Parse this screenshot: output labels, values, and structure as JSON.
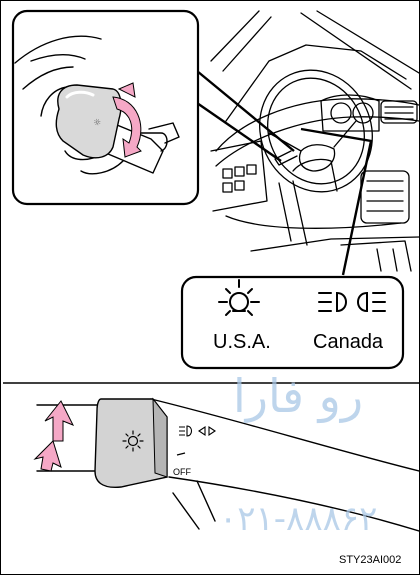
{
  "labels": {
    "usa": "U.S.A.",
    "canada": "Canada",
    "image_code": "STY23AI002"
  },
  "switch_markings": {
    "off": "OFF"
  },
  "watermark": {
    "persian_text": "رو فارا",
    "phone_digits": "۰۲۱-۸۸۸۶۲"
  },
  "icons": {
    "us": "headlight-sun-symbol-icon",
    "canada": "daytime-running-light-icon",
    "arrows": "rotate-arrow-icon"
  },
  "colors": {
    "rotate_arrow": "#f39ac4",
    "arrow_fill": "#f5a8c6",
    "line": "#000000",
    "watermark": "#a9c7e6"
  }
}
